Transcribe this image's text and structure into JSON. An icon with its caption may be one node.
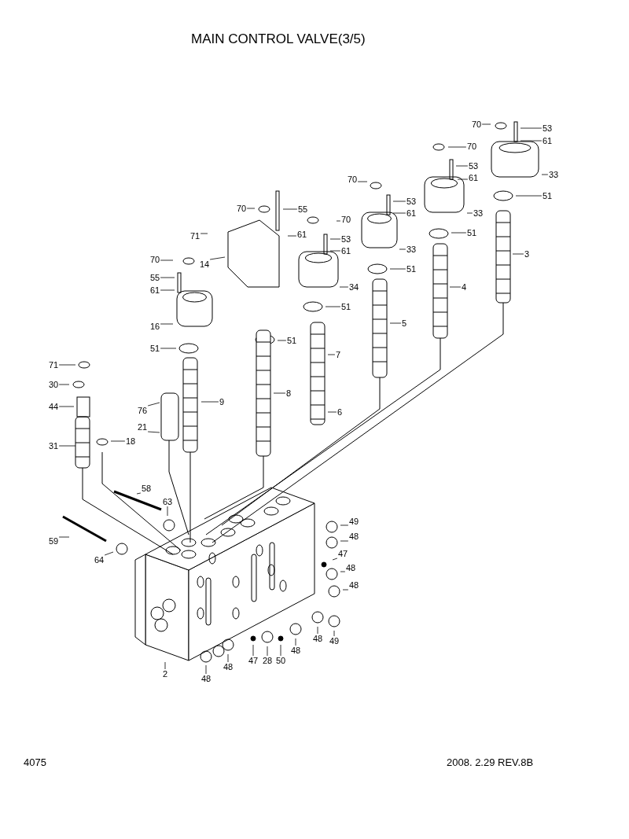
{
  "diagram": {
    "title": "MAIN CONTROL VALVE(3/5)",
    "nodes": [
      {
        "text": [
          "70"
        ]
      },
      {
        "text": [
          "53"
        ]
      },
      {
        "text": [
          "61"
        ]
      },
      {
        "text": [
          "70"
        ]
      },
      {
        "text": [
          "53"
        ]
      },
      {
        "text": [
          "33"
        ]
      },
      {
        "text": [
          "61"
        ]
      },
      {
        "text": [
          "70"
        ]
      },
      {
        "text": [
          "51"
        ]
      },
      {
        "text": [
          "53"
        ]
      },
      {
        "text": [
          "55"
        ]
      },
      {
        "text": [
          "70"
        ]
      },
      {
        "text": [
          "33"
        ]
      },
      {
        "text": [
          "61"
        ]
      },
      {
        "text": [
          "70"
        ]
      },
      {
        "text": [
          "71"
        ]
      },
      {
        "text": [
          "61"
        ]
      },
      {
        "text": [
          "51"
        ]
      },
      {
        "text": [
          "53"
        ]
      },
      {
        "text": [
          "33"
        ]
      },
      {
        "text": [
          "61"
        ]
      },
      {
        "text": [
          "70"
        ]
      },
      {
        "text": [
          "14"
        ]
      },
      {
        "text": [
          "51"
        ]
      },
      {
        "text": [
          "55"
        ]
      },
      {
        "text": [
          "34"
        ]
      },
      {
        "text": [
          "3"
        ]
      },
      {
        "text": [
          "61"
        ]
      },
      {
        "text": [
          "4"
        ]
      },
      {
        "text": [
          "51"
        ]
      },
      {
        "text": [
          "16"
        ]
      },
      {
        "text": [
          "5"
        ]
      },
      {
        "text": [
          "51"
        ]
      },
      {
        "text": [
          "51"
        ]
      },
      {
        "text": [
          "7"
        ]
      },
      {
        "text": [
          "71"
        ]
      },
      {
        "text": [
          "30"
        ]
      },
      {
        "text": [
          "8"
        ]
      },
      {
        "text": [
          "9"
        ]
      },
      {
        "text": [
          "44"
        ]
      },
      {
        "text": [
          "76"
        ]
      },
      {
        "text": [
          "21"
        ]
      },
      {
        "text": [
          "6"
        ]
      },
      {
        "text": [
          "31"
        ]
      },
      {
        "text": [
          "18"
        ]
      },
      {
        "text": [
          "58"
        ]
      },
      {
        "text": [
          "63"
        ]
      },
      {
        "text": [
          "49"
        ]
      },
      {
        "text": [
          "59"
        ]
      },
      {
        "text": [
          "48"
        ]
      },
      {
        "text": [
          "64"
        ]
      },
      {
        "text": [
          "47"
        ]
      },
      {
        "text": [
          "48"
        ]
      },
      {
        "text": [
          "48"
        ]
      },
      {
        "text": [
          "2"
        ]
      },
      {
        "text": [
          "48"
        ]
      },
      {
        "text": [
          "48"
        ]
      },
      {
        "text": [
          "47"
        ]
      },
      {
        "text": [
          "28"
        ]
      },
      {
        "text": [
          "50"
        ]
      },
      {
        "text": [
          "48"
        ]
      },
      {
        "text": [
          "48"
        ]
      },
      {
        "text": [
          "49"
        ]
      }
    ],
    "edges": [
      {
        "from": 0,
        "to": null,
        "arrow": "none"
      },
      {
        "from": 1,
        "to": null,
        "arrow": "none"
      },
      {
        "from": 2,
        "to": null,
        "arrow": "none"
      },
      {
        "from": 3,
        "to": null,
        "arrow": "none"
      },
      {
        "from": 4,
        "to": null,
        "arrow": "none"
      },
      {
        "from": 5,
        "to": null,
        "arrow": "none"
      },
      {
        "from": 6,
        "to": null,
        "arrow": "none"
      },
      {
        "from": 7,
        "to": null,
        "arrow": "none"
      },
      {
        "from": 8,
        "to": null,
        "arrow": "none"
      },
      {
        "from": 9,
        "to": null,
        "arrow": "none"
      },
      {
        "from": 10,
        "to": null,
        "arrow": "none"
      },
      {
        "from": 11,
        "to": null,
        "arrow": "none"
      },
      {
        "from": 12,
        "to": null,
        "arrow": "none"
      },
      {
        "from": 13,
        "to": null,
        "arrow": "none"
      },
      {
        "from": 14,
        "to": null,
        "arrow": "none"
      },
      {
        "from": 15,
        "to": null,
        "arrow": "none"
      },
      {
        "from": 16,
        "to": null,
        "arrow": "none"
      },
      {
        "from": 17,
        "to": null,
        "arrow": "none"
      },
      {
        "from": 18,
        "to": null,
        "arrow": "none"
      },
      {
        "from": 19,
        "to": null,
        "arrow": "none"
      },
      {
        "from": 20,
        "to": null,
        "arrow": "none"
      },
      {
        "from": 21,
        "to": null,
        "arrow": "none"
      },
      {
        "from": 22,
        "to": null,
        "arrow": "none"
      },
      {
        "from": 23,
        "to": null,
        "arrow": "none"
      },
      {
        "from": 24,
        "to": null,
        "arrow": "none"
      },
      {
        "from": 25,
        "to": null,
        "arrow": "none"
      },
      {
        "from": 26,
        "to": null,
        "arrow": "none"
      },
      {
        "from": 27,
        "to": null,
        "arrow": "none"
      },
      {
        "from": 28,
        "to": null,
        "arrow": "none"
      },
      {
        "from": 29,
        "to": null,
        "arrow": "none"
      },
      {
        "from": 30,
        "to": null,
        "arrow": "none"
      },
      {
        "from": 31,
        "to": null,
        "arrow": "none"
      },
      {
        "from": 32,
        "to": null,
        "arrow": "none"
      },
      {
        "from": 33,
        "to": null,
        "arrow": "none"
      },
      {
        "from": 34,
        "to": null,
        "arrow": "none"
      },
      {
        "from": 35,
        "to": null,
        "arrow": "none"
      },
      {
        "from": 36,
        "to": null,
        "arrow": "none"
      },
      {
        "from": 37,
        "to": null,
        "arrow": "none"
      },
      {
        "from": 38,
        "to": null,
        "arrow": "none"
      },
      {
        "from": 39,
        "to": null,
        "arrow": "none"
      },
      {
        "from": 40,
        "to": null,
        "arrow": "none"
      },
      {
        "from": 41,
        "to": null,
        "arrow": "none"
      },
      {
        "from": 42,
        "to": null,
        "arrow": "none"
      },
      {
        "from": 43,
        "to": null,
        "arrow": "none"
      },
      {
        "from": 44,
        "to": null,
        "arrow": "none"
      },
      {
        "from": 45,
        "to": null,
        "arrow": "none"
      },
      {
        "from": 46,
        "to": null,
        "arrow": "none"
      },
      {
        "from": 47,
        "to": null,
        "arrow": "none"
      },
      {
        "from": 48,
        "to": null,
        "arrow": "none"
      },
      {
        "from": 49,
        "to": null,
        "arrow": "none"
      },
      {
        "from": 50,
        "to": null,
        "arrow": "none"
      },
      {
        "from": 51,
        "to": null,
        "arrow": "none"
      },
      {
        "from": 52,
        "to": null,
        "arrow": "none"
      },
      {
        "from": 53,
        "to": null,
        "arrow": "none"
      },
      {
        "from": 54,
        "to": null,
        "arrow": "none"
      },
      {
        "from": 55,
        "to": null,
        "arrow": "none"
      },
      {
        "from": 56,
        "to": null,
        "arrow": "none"
      },
      {
        "from": 57,
        "to": null,
        "arrow": "none"
      },
      {
        "from": 58,
        "to": null,
        "arrow": "none"
      },
      {
        "from": 59,
        "to": null,
        "arrow": "none"
      },
      {
        "from": 60,
        "to": null,
        "arrow": "none"
      },
      {
        "from": 61,
        "to": null,
        "arrow": "none"
      },
      {
        "from": 62,
        "to": null,
        "arrow": "none"
      }
    ],
    "labels": [
      "4075",
      "2008. 2.29  REV.8B"
    ]
  }
}
